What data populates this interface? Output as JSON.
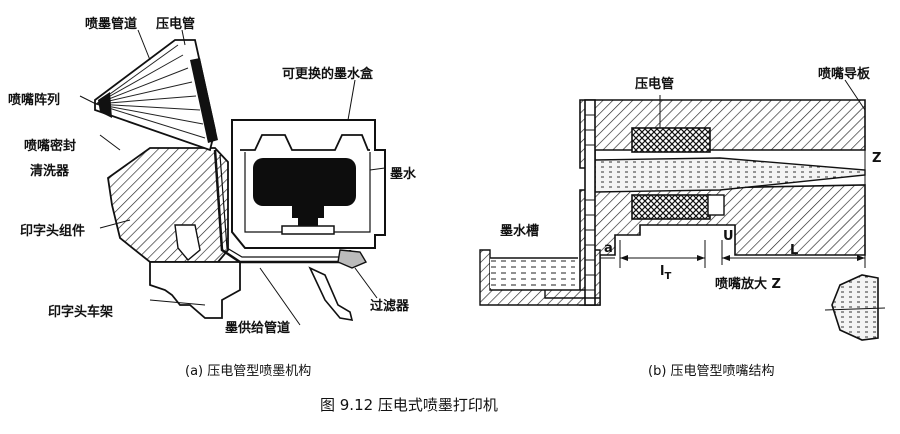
{
  "figure_caption": "图 9.12   压电式喷墨打印机",
  "left_panel": {
    "caption": "(a) 压电管型喷墨机构",
    "labels": {
      "ink_channel": "喷墨管道",
      "piezo_tube": "压电管",
      "nozzle_array": "喷嘴阵列",
      "nozzle_seal": "喷嘴密封",
      "cleaner": "清洗器",
      "cartridge": "可更换的墨水盒",
      "ink": "墨水",
      "print_head": "印字头组件",
      "carriage": "印字头车架",
      "supply_tube": "墨供给管道",
      "filter": "过滤器"
    }
  },
  "right_panel": {
    "caption": "(b) 压电管型喷嘴结构",
    "labels": {
      "piezo_tube": "压电管",
      "nozzle_plate": "喷嘴导板",
      "ink_tank": "墨水槽",
      "z_mark": "Z",
      "a_mark": "a",
      "lt_mark": "l",
      "lt_sub": "T",
      "u_mark": "U",
      "l_mark": "L",
      "magnify": "喷嘴放大 Z"
    }
  }
}
